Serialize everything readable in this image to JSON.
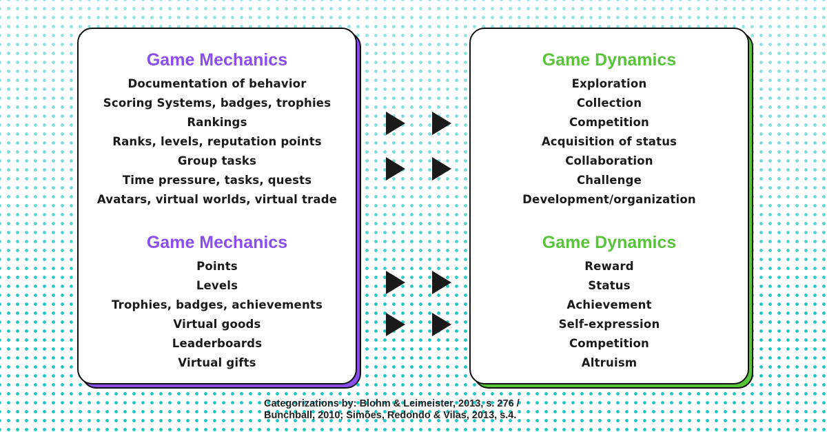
{
  "left_card": {
    "sections": [
      {
        "title": "Game Mechanics",
        "items": [
          "Documentation of behavior",
          "Scoring Systems, badges, trophies",
          "Rankings",
          "Ranks, levels, reputation points",
          "Group tasks",
          "Time pressure, tasks, quests",
          "Avatars, virtual worlds, virtual trade"
        ]
      },
      {
        "title": "Game Mechanics",
        "items": [
          "Points",
          "Levels",
          "Trophies, badges, achievements",
          "Virtual goods",
          "Leaderboards",
          "Virtual gifts"
        ]
      }
    ]
  },
  "right_card": {
    "sections": [
      {
        "title": "Game Dynamics",
        "items": [
          "Exploration",
          "Collection",
          "Competition",
          "Acquisition of status",
          "Collaboration",
          "Challenge",
          "Development/organization"
        ]
      },
      {
        "title": "Game Dynamics",
        "items": [
          "Reward",
          "Status",
          "Achievement",
          "Self-expression",
          "Competition",
          "Altruism"
        ]
      }
    ]
  },
  "footer": {
    "line1": "Categorizations by:  Blohm & Leimeister, 2013, s. 276 /",
    "line2": "Bunchball, 2010; Simões, Redondo & Vilas, 2013, s.4."
  },
  "colors": {
    "dots": "#1fc4c4",
    "mechanics_accent": "#8a4df0",
    "dynamics_accent": "#58c43a",
    "text": "#1a1a1a"
  },
  "icons": [
    "arrow-right-icon"
  ]
}
